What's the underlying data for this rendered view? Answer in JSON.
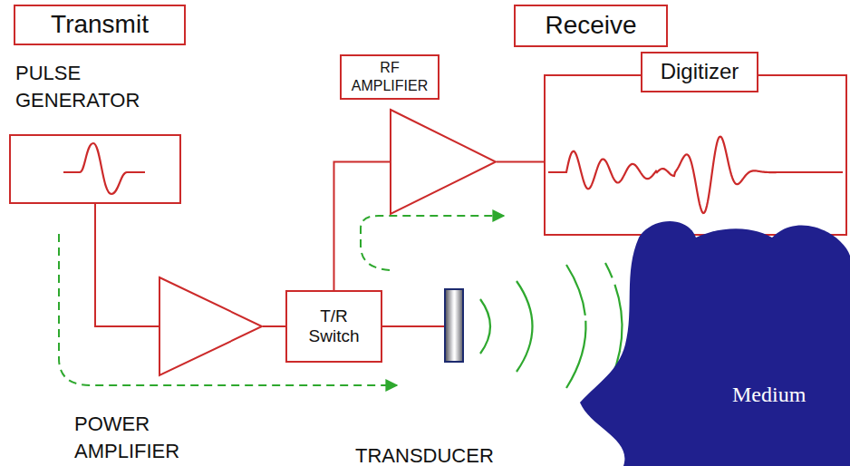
{
  "diagram": {
    "nodes": [
      {
        "text": [
          "Transmit"
        ]
      },
      {
        "text": [
          "Receive"
        ]
      },
      {
        "text": [
          "PULSE GENERATOR"
        ]
      },
      {
        "text": [
          "POWER AMPLIFIER"
        ]
      },
      {
        "text": [
          "T/R Switch"
        ]
      },
      {
        "text": [
          "RF AMPLIFIER"
        ]
      },
      {
        "text": [
          "Digitizer"
        ]
      },
      {
        "text": [
          "TRANSDUCER"
        ]
      },
      {
        "text": [
          "Medium"
        ]
      }
    ],
    "edges": [
      {
        "from": 2,
        "to": 3,
        "arrow": "none"
      },
      {
        "from": 3,
        "to": 4,
        "arrow": "none"
      },
      {
        "from": 4,
        "to": 7,
        "arrow": "none"
      },
      {
        "from": 4,
        "to": 5,
        "arrow": "none"
      },
      {
        "from": 5,
        "to": 6,
        "arrow": "none"
      }
    ]
  }
}
